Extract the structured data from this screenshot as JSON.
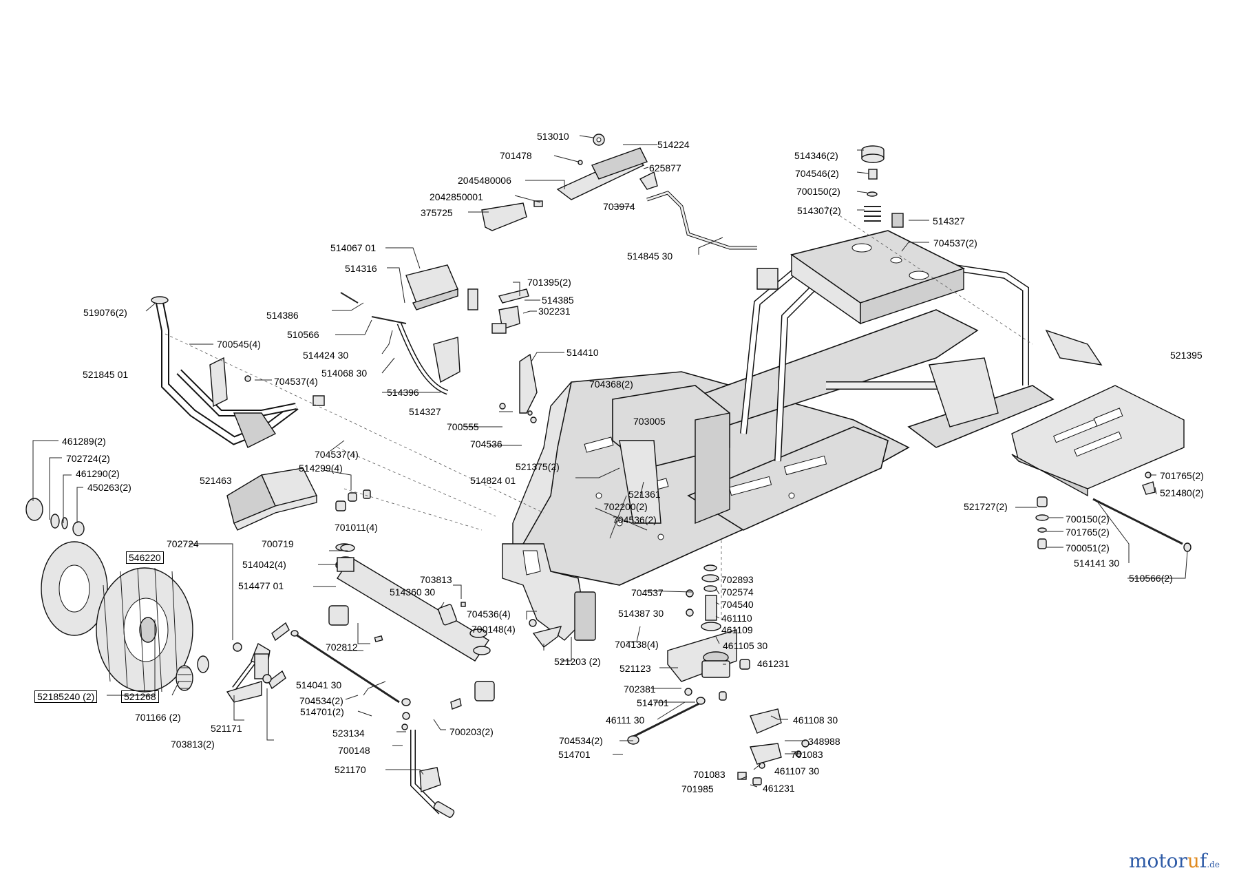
{
  "parts": [
    {
      "id": "p01",
      "code": "513010"
    },
    {
      "id": "p02",
      "code": "514224"
    },
    {
      "id": "p03",
      "code": "701478"
    },
    {
      "id": "p04",
      "code": "625877"
    },
    {
      "id": "p05",
      "code": "2045480006"
    },
    {
      "id": "p06",
      "code": "2042850001"
    },
    {
      "id": "p07",
      "code": "703974"
    },
    {
      "id": "p08",
      "code": "375725"
    },
    {
      "id": "p09",
      "code": "514346(2)"
    },
    {
      "id": "p10",
      "code": "704546(2)"
    },
    {
      "id": "p11",
      "code": "700150(2)"
    },
    {
      "id": "p12",
      "code": "514307(2)"
    },
    {
      "id": "p13",
      "code": "514327"
    },
    {
      "id": "p14",
      "code": "704537(2)"
    },
    {
      "id": "p15",
      "code": "514845 30"
    },
    {
      "id": "p16",
      "code": "514067 01"
    },
    {
      "id": "p17",
      "code": "514316"
    },
    {
      "id": "p18",
      "code": "701395(2)"
    },
    {
      "id": "p19",
      "code": "514385"
    },
    {
      "id": "p20",
      "code": "302231"
    },
    {
      "id": "p21",
      "code": "519076(2)"
    },
    {
      "id": "p22",
      "code": "514386"
    },
    {
      "id": "p23",
      "code": "510566"
    },
    {
      "id": "p24",
      "code": "514424 30"
    },
    {
      "id": "p25",
      "code": "514068 30"
    },
    {
      "id": "p26",
      "code": "514410"
    },
    {
      "id": "p27",
      "code": "700545(4)"
    },
    {
      "id": "p28",
      "code": "521845 01"
    },
    {
      "id": "p29",
      "code": "704537(4)"
    },
    {
      "id": "p30",
      "code": "514396"
    },
    {
      "id": "p31",
      "code": "514327"
    },
    {
      "id": "p32",
      "code": "700555"
    },
    {
      "id": "p33",
      "code": "704536"
    },
    {
      "id": "p34",
      "code": "704368(2)"
    },
    {
      "id": "p35",
      "code": "521395"
    },
    {
      "id": "p36",
      "code": "703005"
    },
    {
      "id": "p37",
      "code": "461289(2)"
    },
    {
      "id": "p38",
      "code": "702724(2)"
    },
    {
      "id": "p39",
      "code": "461290(2)"
    },
    {
      "id": "p40",
      "code": "450263(2)"
    },
    {
      "id": "p41",
      "code": "704537(4)"
    },
    {
      "id": "p42",
      "code": "514299(4)"
    },
    {
      "id": "p43",
      "code": "521375(2)"
    },
    {
      "id": "p44",
      "code": "514824 01"
    },
    {
      "id": "p45",
      "code": "521463"
    },
    {
      "id": "p46",
      "code": "521361"
    },
    {
      "id": "p47",
      "code": "702200(2)"
    },
    {
      "id": "p48",
      "code": "704536(2)"
    },
    {
      "id": "p49",
      "code": "701011(4)"
    },
    {
      "id": "p50",
      "code": "701765(2)"
    },
    {
      "id": "p51",
      "code": "521480(2)"
    },
    {
      "id": "p52",
      "code": "521727(2)"
    },
    {
      "id": "p53",
      "code": "700150(2)"
    },
    {
      "id": "p54",
      "code": "701765(2)"
    },
    {
      "id": "p55",
      "code": "700051(2)"
    },
    {
      "id": "p56",
      "code": "514141 30"
    },
    {
      "id": "p57",
      "code": "510566(2)"
    },
    {
      "id": "p58",
      "code": "700719"
    },
    {
      "id": "p59",
      "code": "702724"
    },
    {
      "id": "p60",
      "code": "546220"
    },
    {
      "id": "p61",
      "code": "514042(4)"
    },
    {
      "id": "p62",
      "code": "514477 01"
    },
    {
      "id": "p63",
      "code": "703813"
    },
    {
      "id": "p64",
      "code": "514360 30"
    },
    {
      "id": "p65",
      "code": "702893"
    },
    {
      "id": "p66",
      "code": "702574"
    },
    {
      "id": "p67",
      "code": "704537"
    },
    {
      "id": "p68",
      "code": "704540"
    },
    {
      "id": "p69",
      "code": "514387 30"
    },
    {
      "id": "p70",
      "code": "704536(4)"
    },
    {
      "id": "p71",
      "code": "461110"
    },
    {
      "id": "p72",
      "code": "700148(4)"
    },
    {
      "id": "p73",
      "code": "461109"
    },
    {
      "id": "p74",
      "code": "704138(4)"
    },
    {
      "id": "p75",
      "code": "702812"
    },
    {
      "id": "p76",
      "code": "461105 30"
    },
    {
      "id": "p77",
      "code": "521203 (2)"
    },
    {
      "id": "p78",
      "code": "521123"
    },
    {
      "id": "p79",
      "code": "461231"
    },
    {
      "id": "p80",
      "code": "702381"
    },
    {
      "id": "p81",
      "code": "514041 30"
    },
    {
      "id": "p82",
      "code": "514701"
    },
    {
      "id": "p83",
      "code": "52185240 (2)"
    },
    {
      "id": "p84",
      "code": "521268"
    },
    {
      "id": "p85",
      "code": "704534(2)"
    },
    {
      "id": "p86",
      "code": "701166 (2)"
    },
    {
      "id": "p87",
      "code": "514701(2)"
    },
    {
      "id": "p88",
      "code": "521171"
    },
    {
      "id": "p89",
      "code": "700203(2)"
    },
    {
      "id": "p90",
      "code": "46111 30"
    },
    {
      "id": "p91",
      "code": "461108 30"
    },
    {
      "id": "p92",
      "code": "523134"
    },
    {
      "id": "p93",
      "code": "703813(2)"
    },
    {
      "id": "p94",
      "code": "700148"
    },
    {
      "id": "p95",
      "code": "704534(2)"
    },
    {
      "id": "p96",
      "code": "348988"
    },
    {
      "id": "p97",
      "code": "514701"
    },
    {
      "id": "p98",
      "code": "701083"
    },
    {
      "id": "p99",
      "code": "701083"
    },
    {
      "id": "p100",
      "code": "521170"
    },
    {
      "id": "p101",
      "code": "461107 30"
    },
    {
      "id": "p102",
      "code": "701985"
    },
    {
      "id": "p103",
      "code": "461231"
    }
  ],
  "logo": {
    "main_a": "motor",
    "main_b": "u",
    "main_c": "f",
    "suffix": ".de"
  }
}
